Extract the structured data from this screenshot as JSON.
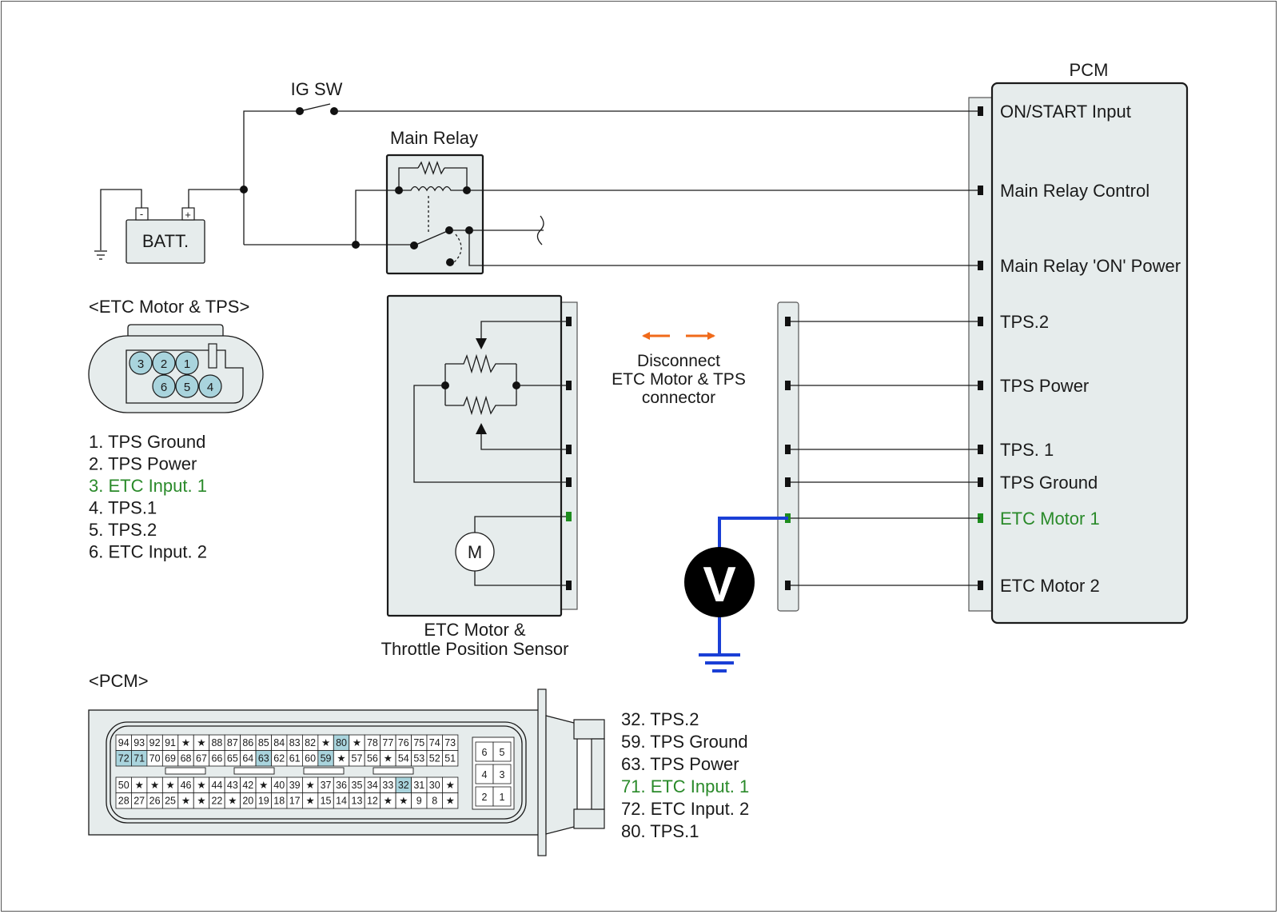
{
  "pcm": {
    "title": "PCM",
    "pins": [
      {
        "label": "ON/START Input",
        "highlight": false
      },
      {
        "label": "Main Relay Control",
        "highlight": false
      },
      {
        "label": "Main Relay 'ON' Power",
        "highlight": false
      },
      {
        "label": "TPS.2",
        "highlight": false
      },
      {
        "label": "TPS Power",
        "highlight": false
      },
      {
        "label": "TPS. 1",
        "highlight": false
      },
      {
        "label": "TPS Ground",
        "highlight": false
      },
      {
        "label": "ETC Motor 1",
        "highlight": true
      },
      {
        "label": "ETC Motor 2",
        "highlight": false
      }
    ]
  },
  "ig_sw": {
    "label": "IG SW"
  },
  "main_relay": {
    "label": "Main Relay"
  },
  "battery": {
    "label": "BATT.",
    "neg": "-",
    "pos": "+"
  },
  "etc_connector": {
    "title": "<ETC Motor & TPS>",
    "top_pins": [
      "3",
      "2",
      "1"
    ],
    "bottom_pins": [
      "6",
      "5",
      "4"
    ],
    "legend": [
      {
        "text": "1. TPS Ground",
        "highlight": false
      },
      {
        "text": "2. TPS Power",
        "highlight": false
      },
      {
        "text": "3. ETC Input. 1",
        "highlight": true
      },
      {
        "text": "4. TPS.1",
        "highlight": false
      },
      {
        "text": "5. TPS.2",
        "highlight": false
      },
      {
        "text": "6. ETC Input. 2",
        "highlight": false
      }
    ]
  },
  "etc_module": {
    "label_line1": "ETC Motor &",
    "label_line2": "Throttle Position Sensor",
    "motor_symbol": "M"
  },
  "disconnect_note": {
    "line1": "Disconnect",
    "line2": "ETC Motor & TPS",
    "line3": "connector"
  },
  "voltmeter": {
    "symbol": "V"
  },
  "pcm_connector": {
    "title": "<PCM>",
    "rows": [
      [
        "94",
        "93",
        "92",
        "91",
        "★",
        "★",
        "88",
        "87",
        "86",
        "85",
        "84",
        "83",
        "82",
        "★",
        "80",
        "★",
        "78",
        "77",
        "76",
        "75",
        "74",
        "73"
      ],
      [
        "72",
        "71",
        "70",
        "69",
        "68",
        "67",
        "66",
        "65",
        "64",
        "63",
        "62",
        "61",
        "60",
        "59",
        "★",
        "57",
        "56",
        "★",
        "54",
        "53",
        "52",
        "51"
      ],
      [
        "50",
        "★",
        "★",
        "★",
        "46",
        "★",
        "44",
        "43",
        "42",
        "★",
        "40",
        "39",
        "★",
        "37",
        "36",
        "35",
        "34",
        "33",
        "32",
        "31",
        "30",
        "★"
      ],
      [
        "28",
        "27",
        "26",
        "25",
        "★",
        "★",
        "22",
        "★",
        "20",
        "19",
        "18",
        "17",
        "★",
        "15",
        "14",
        "13",
        "12",
        "★",
        "★",
        "9",
        "8",
        "★"
      ]
    ],
    "highlighted": [
      "80",
      "72",
      "71",
      "63",
      "59",
      "32"
    ],
    "small_block": [
      [
        "6",
        "5"
      ],
      [
        "4",
        "3"
      ],
      [
        "2",
        "1"
      ]
    ],
    "legend": [
      {
        "text": "32. TPS.2",
        "highlight": false
      },
      {
        "text": "59. TPS Ground",
        "highlight": false
      },
      {
        "text": "63. TPS Power",
        "highlight": false
      },
      {
        "text": "71. ETC Input. 1",
        "highlight": true
      },
      {
        "text": "72. ETC Input. 2",
        "highlight": false
      },
      {
        "text": "80. TPS.1",
        "highlight": false
      }
    ]
  },
  "colors": {
    "wire": "#1a1a1a",
    "highlight_text": "#2a8a2a",
    "highlight_terminal": "#1e8c1e",
    "probe_wire": "#1a3fd6",
    "arrow": "#f06a1a",
    "panel_fill": "#e6ecec",
    "pin_fill": "#a9d4dd",
    "cell_highlight": "#a9d4dd"
  }
}
